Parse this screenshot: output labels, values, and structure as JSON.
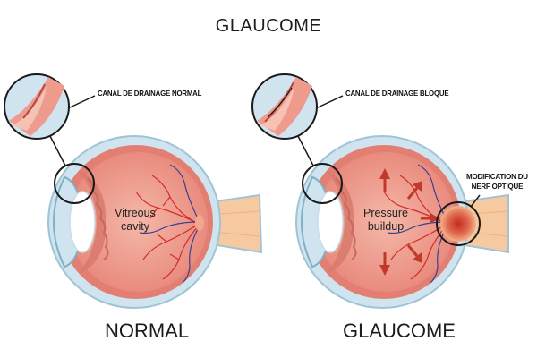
{
  "title": "GLAUCOME",
  "left_eye": {
    "caption": "NORMAL",
    "callout": "CANAL DE DRAINAGE NORMAL",
    "inner_label_1": "Vitreous",
    "inner_label_2": "cavity"
  },
  "right_eye": {
    "caption": "GLAUCOME",
    "callout": "CANAL DE DRAINAGE BLOQUE",
    "inner_label_1": "Pressure",
    "inner_label_2": "buildup",
    "nerve_callout_1": "MODIFICATION DU",
    "nerve_callout_2": "NERF OPTIQUE"
  },
  "colors": {
    "sclera_outer": "#cfe4ee",
    "sclera_edge": "#9fc4d6",
    "retina": "#ee9b8e",
    "vitreous": "#eda092",
    "choroid": "#e37f72",
    "optic_nerve": "#f7c9a0",
    "vessel_red": "#d62a2a",
    "vessel_blue": "#3b3f8f",
    "arrow": "#c0392b",
    "lens": "#ffffff",
    "line": "#1a1a1a"
  }
}
